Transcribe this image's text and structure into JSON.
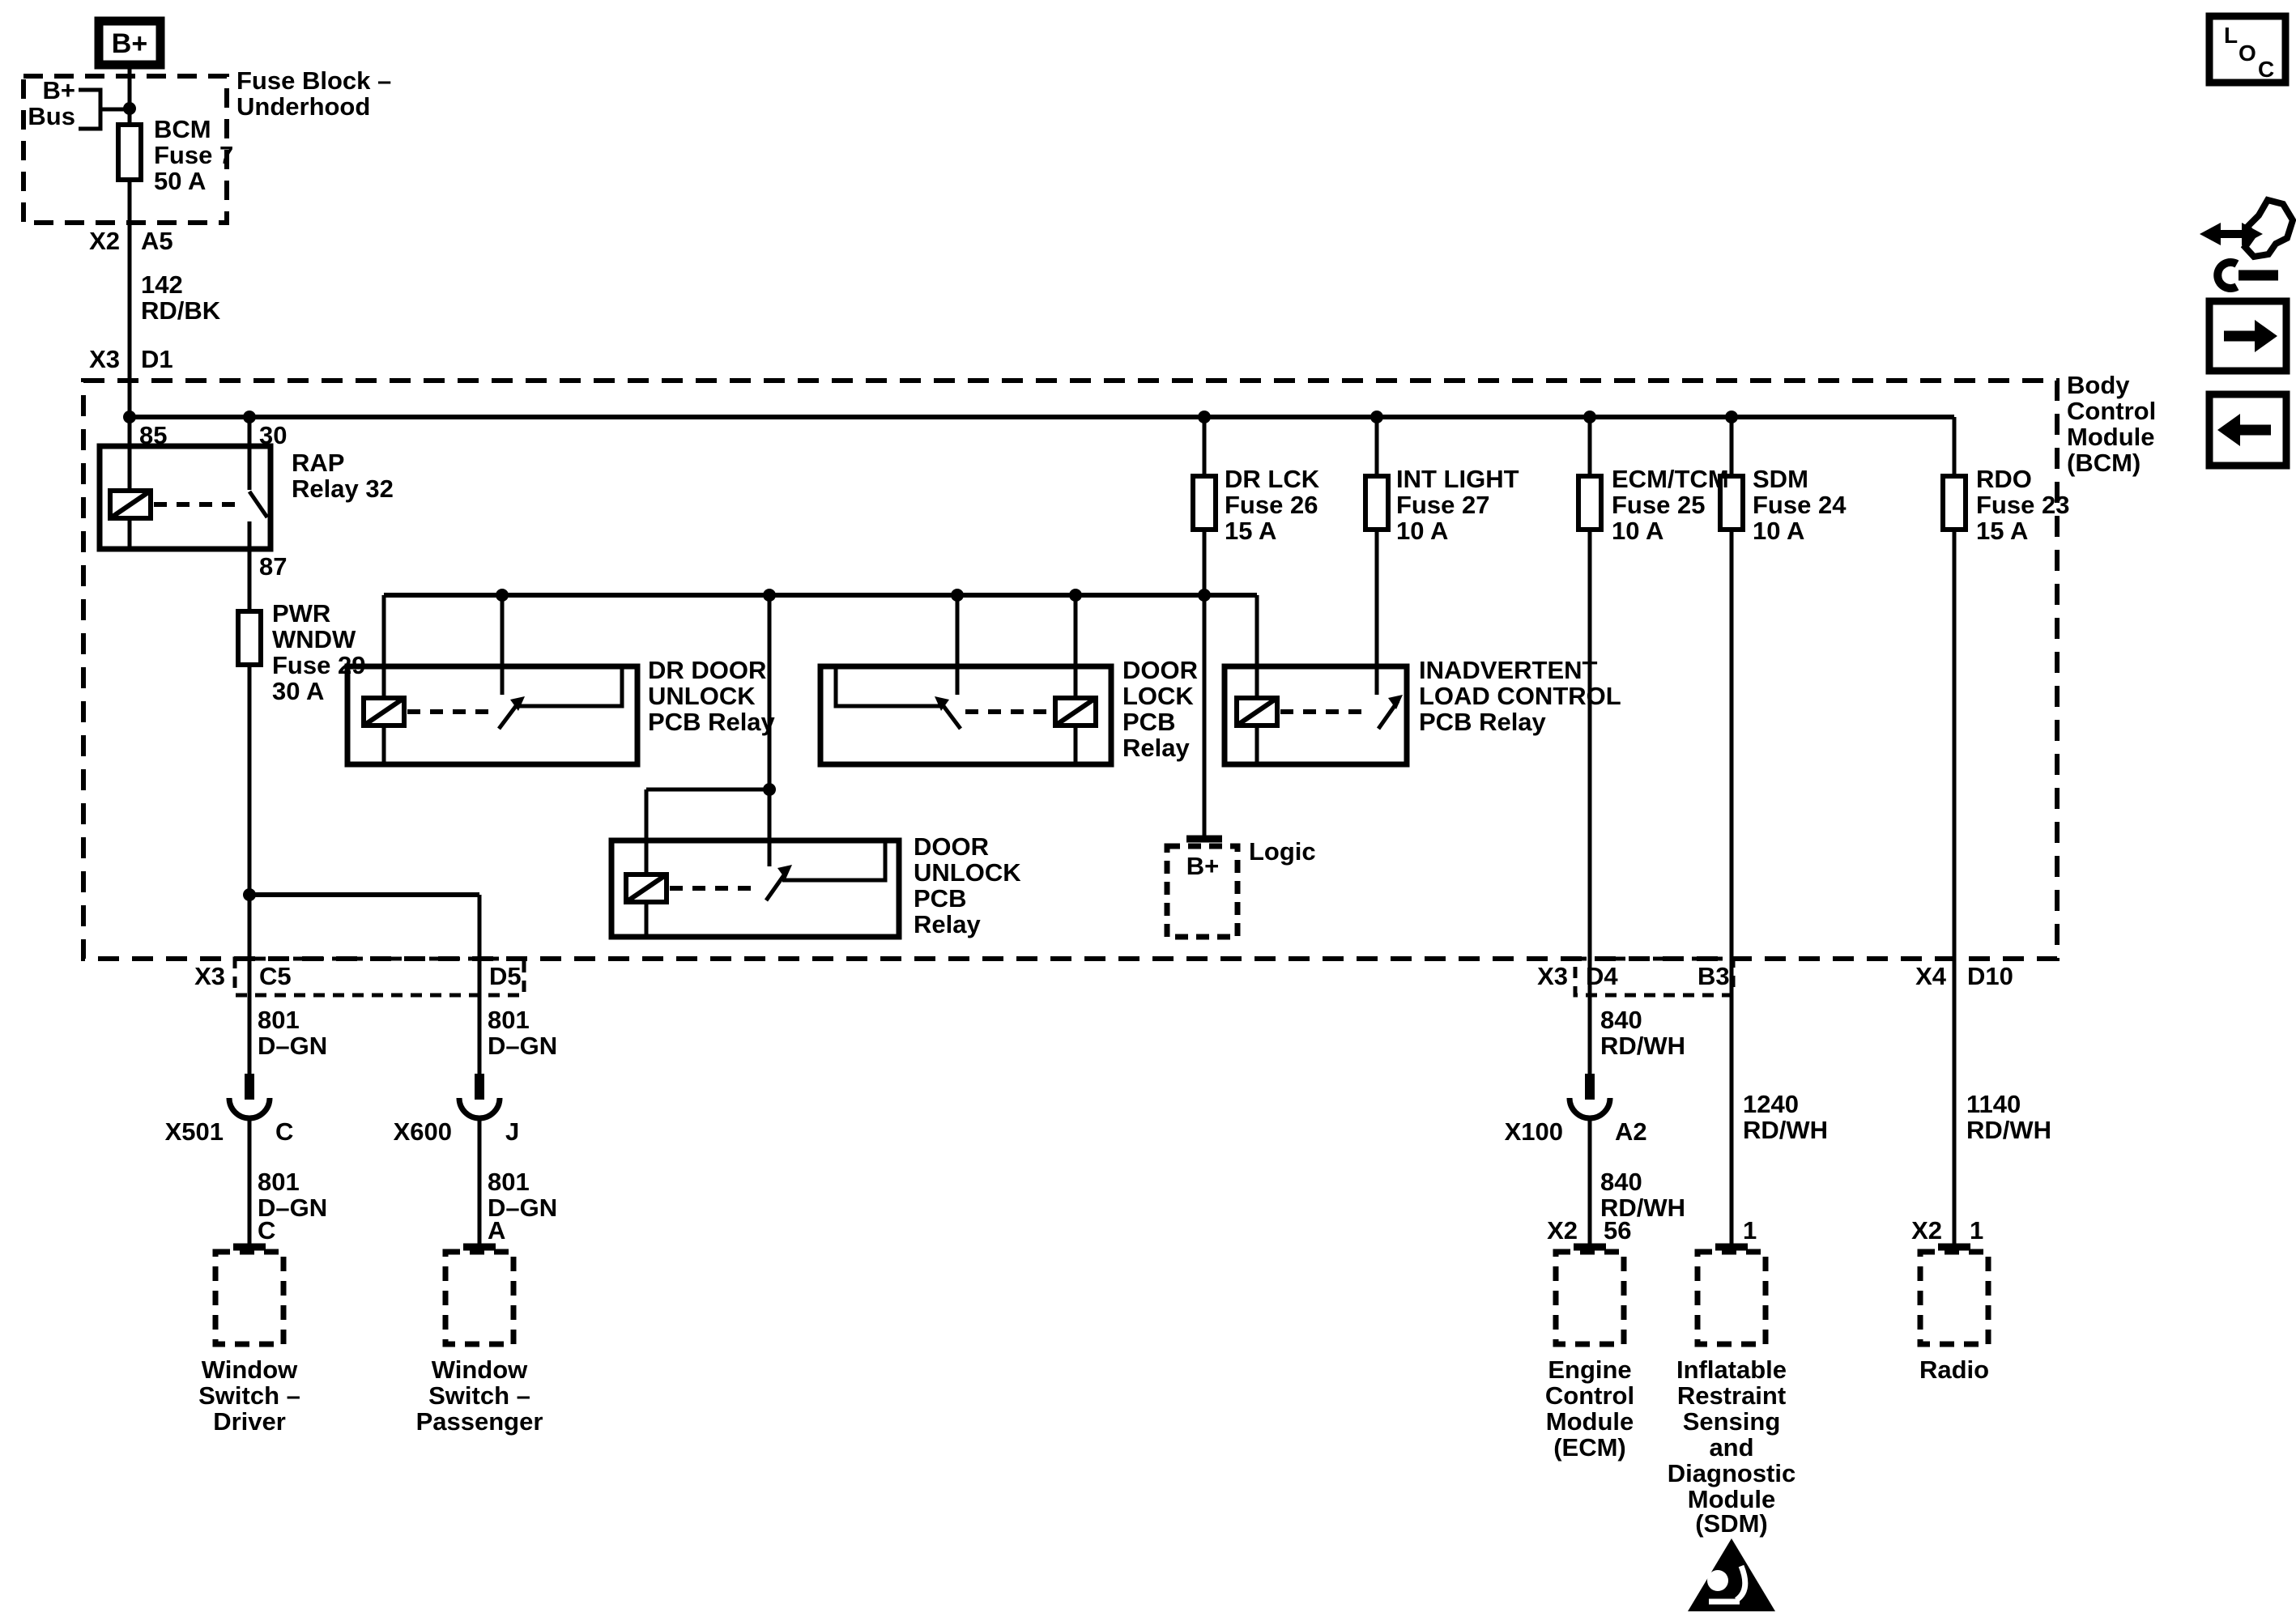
{
  "top": {
    "b_plus_terminal": "B+",
    "fuse_block_label": [
      "Fuse Block –",
      "Underhood"
    ],
    "b_plus_bus": [
      "B+",
      "Bus"
    ],
    "bcm_fuse": [
      "BCM",
      "Fuse 7",
      "50 A"
    ],
    "conn_x2": "X2",
    "pin_a5": "A5",
    "wire_142": [
      "142",
      "RD/BK"
    ],
    "conn_x3": "X3",
    "pin_d1": "D1"
  },
  "bcm": {
    "label": [
      "Body",
      "Control",
      "Module",
      "(BCM)"
    ],
    "rap_relay": {
      "pin_85": "85",
      "pin_30": "30",
      "pin_87": "87",
      "label": [
        "RAP",
        "Relay 32"
      ]
    },
    "pwr_wndw_fuse": [
      "PWR",
      "WNDW",
      "Fuse 29",
      "30 A"
    ],
    "fuses": [
      {
        "label": [
          "DR LCK",
          "Fuse 26",
          "15 A"
        ]
      },
      {
        "label": [
          "INT LIGHT",
          "Fuse 27",
          "10 A"
        ]
      },
      {
        "label": [
          "ECM/TCM",
          "Fuse 25",
          "10 A"
        ]
      },
      {
        "label": [
          "SDM",
          "Fuse 24",
          "10 A"
        ]
      },
      {
        "label": [
          "RDO",
          "Fuse 23",
          "15 A"
        ]
      }
    ],
    "relays": [
      {
        "label": [
          "DR DOOR",
          "UNLOCK",
          "PCB Relay"
        ]
      },
      {
        "label": [
          "DOOR",
          "LOCK",
          "PCB",
          "Relay"
        ]
      },
      {
        "label": [
          "INADVERTENT",
          "LOAD CONTROL",
          "PCB Relay"
        ]
      },
      {
        "label": [
          "DOOR",
          "UNLOCK",
          "PCB",
          "Relay"
        ]
      }
    ],
    "logic": {
      "terminal": "B+",
      "label": "Logic"
    }
  },
  "bottom_left": {
    "conn_x3": "X3",
    "pin_c5": "C5",
    "pin_d5": "D5",
    "wire_801": [
      "801",
      "D–GN"
    ],
    "conn_x501": "X501",
    "pin_c": "C",
    "conn_x600": "X600",
    "pin_j": "J",
    "pin_c_lower": "C",
    "pin_a_lower": "A",
    "window_switch_driver": [
      "Window",
      "Switch –",
      "Driver"
    ],
    "window_switch_passenger": [
      "Window",
      "Switch –",
      "Passenger"
    ]
  },
  "bottom_right": {
    "conn_x3": "X3",
    "pin_d4": "D4",
    "pin_b3": "B3",
    "conn_x4": "X4",
    "pin_d10": "D10",
    "wire_840": [
      "840",
      "RD/WH"
    ],
    "wire_1240": [
      "1240",
      "RD/WH"
    ],
    "wire_1140": [
      "1140",
      "RD/WH"
    ],
    "conn_x100": "X100",
    "pin_a2": "A2",
    "ecm_conn": "X2",
    "ecm_pin": "56",
    "sdm_pin": "1",
    "radio_conn": "X2",
    "radio_pin": "1",
    "ecm_label": [
      "Engine",
      "Control",
      "Module",
      "(ECM)"
    ],
    "sdm_label": [
      "Inflatable",
      "Restraint",
      "Sensing",
      "and",
      "Diagnostic",
      "Module",
      "(SDM)"
    ],
    "radio_label": "Radio"
  },
  "toolbar": {
    "loc_letters": [
      "L",
      "O",
      "C"
    ]
  },
  "colors": {
    "line": "#000000",
    "background": "#ffffff"
  }
}
